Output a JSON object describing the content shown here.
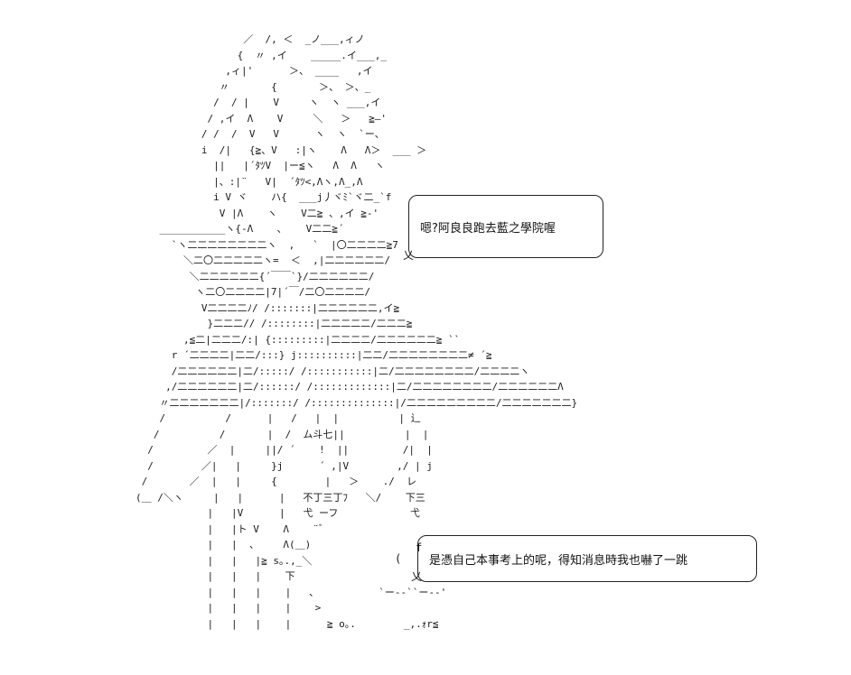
{
  "art": {
    "lines": [
      "                  ／  /, ＜  _ノ___,ィノ",
      "                 {  〃 ,イ    _____.イ___,_",
      "               ,ィ|'      ＞、 ____   ,イ",
      "              〃       {       ＞、 ＞、_",
      "             /  / |    V     ヽ  ヽ ___,イ",
      "            / ,イ  Λ    V     ＼   ＞   ≧―'",
      "           / /  /  V   V      ヽ  ヽ  `ー、",
      "           i  /|   {≧、V   :|ヽ    Λ   Λ＞  ___ ＞",
      "             ||   |´ﾀﾂV  |ー≦ヽ   Λ  Λ   ヽ",
      "             |、:|¨   V|  ´ﾀﾂ<,Λヽ,Λ_,Λ",
      "             i V ヾ    ハ{  ___j丿ヾﾐ`ヾ二_`f",
      "              V |Λ    ヽ    V二≧ 、,イ ≧-'",
      "    ___________ヽ{-Λ    ､    V二二≧´",
      "      `ヽ二二二二二二二二ヽ  ,   `  |〇二二二二≧7",
      "        ＼二〇二二二二二ヽ=  ＜  ,|二二二二二二/",
      "         ＼二二二二二二{´￣￣`}/二二二二二二/",
      "          ヽ二〇二二二二|7|´￣/二〇二二二二/",
      "           V二二二二ﾉ/ /:::::::|二二二二二二,イ≧",
      "            }二二二// /::::::::|二二二二二/二二二≧",
      "        ,≦二|二二二/:| {:::::::::|二二二二/二二二二二二≧ ``",
      "      r ´二二二二|二二/:::} j::::::::::|二二/二二二二二二二二≠ ´≧",
      "      /二二二二二二|二/:::::/ /:::::::::::|二/二二二二二二二二/二二二二ヽ",
      "     ,/二二二二二二|二/::::::/ /:::::::::::::|二/二二二二二二二二/二二二二二二Λ",
      "    〃二二二二二二二|/:::::::/ /::::::::::::::|/二二二二二二二二二/二二二二二二二}",
      "    /          /      |   /   |  |          | 辶",
      "   /          /       |  /  ム斗七||          |  |",
      "  /         ／  |     ||/ ´    !  ||         /|  |",
      "  /        ／|   |     }j      ´ ,|V        ,/ | j",
      " /       ／  |   |     {        |   ＞    ./  レ",
      "(＿ /＼ヽ     |   |      |   不丁三丁ﾌ   ＼/    下三",
      "            |   |V      |   弋 ーフ            弋",
      "            |   |ト V    Λ    ¨ﾞ",
      "            |   |  、    Λ(＿)",
      "            |   |   |≧ s｡.,_＼",
      "            |   |   |    下",
      "            |   |   |    |   、          `ー-‐``ー-‐'",
      "            |   |   |    |    >",
      "            |   |   |    |      ≧ o｡.        _,.ｫr≦"
    ]
  },
  "bubbles": [
    {
      "text": "嗯?阿良良跑去藍之學院喔"
    },
    {
      "text": "是憑自己本事考上的呢，得知消息時我也嚇了一跳"
    }
  ],
  "tails": [
    "乂",
    "乂",
    "(",
    "f"
  ]
}
